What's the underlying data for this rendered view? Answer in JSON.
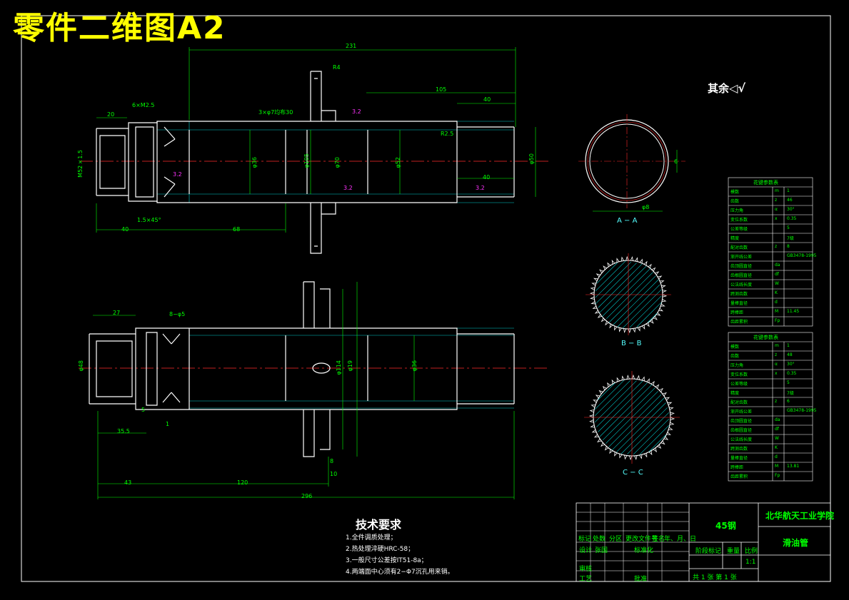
{
  "drawing": {
    "title": "零件二维图A2",
    "roughness_note": "其余",
    "colors": {
      "background": "#000000",
      "outline": "#ffffff",
      "dimension": "#00ff00",
      "centerline": "#ff2a2a",
      "hatch": "#00cccc",
      "title": "#ffff00",
      "section": "#5fffff",
      "frame": "#ffffff"
    }
  },
  "dimensions": {
    "top_view": [
      "231",
      "105",
      "40",
      "20",
      "6×M2.5",
      "R4",
      "3×φ7均布30",
      "M52×1.5",
      "φ36",
      "φ52",
      "φ70",
      "φ105",
      "φ50",
      "3.2",
      "3.2",
      "3.2",
      "3.2",
      "R2.5",
      "40",
      "1.5×45°",
      "40",
      "68"
    ],
    "bottom_view": [
      "27",
      "8−φ5",
      "φ48",
      "φ19",
      "φ114",
      "φ36",
      "5",
      "35.5",
      "1",
      "43",
      "120",
      "10",
      "8",
      "296"
    ]
  },
  "sections": {
    "a": "A − A",
    "b": "B − B",
    "c": "C − C",
    "a_dim": "φ8",
    "a_dim2": "6"
  },
  "tech_requirements": {
    "title": "技术要求",
    "items": [
      "1.全件调质处理；",
      "2.热处理淬硬HRC-58；",
      "3.一般尺寸公差按IT51-8a；",
      "4.两端面中心须有2−Φ7沉孔用来销。"
    ]
  },
  "title_block": {
    "material": "45钢",
    "school": "北华航天工业学院",
    "part_name": "滑油管",
    "scale": "1:1",
    "sheet": "共 1 张   第 1 张",
    "row_labels": [
      "标记",
      "处数",
      "分区",
      "更改文件号",
      "签名",
      "年、月、日"
    ],
    "designer": "设计",
    "std": "标准化",
    "review": "审核",
    "process": "工艺",
    "approve": "批准",
    "stage": "阶段标记",
    "weight": "重量",
    "ratio": "比例",
    "designer_name": "张国"
  },
  "spline_tables": [
    {
      "header": "花键参数表",
      "rows": [
        [
          "模数",
          "m",
          "1"
        ],
        [
          "齿数",
          "z",
          "46"
        ],
        [
          "压力角",
          "α",
          "30°"
        ],
        [
          "变位系数",
          "x",
          "0.35"
        ],
        [
          "公差等级",
          "",
          "5"
        ],
        [
          "精度",
          "",
          "7级"
        ],
        [
          "配对齿数",
          "z",
          "8"
        ],
        [
          "渐开线公差",
          "",
          "GB3478-1995"
        ],
        [
          "齿顶圆直径",
          "da",
          ""
        ],
        [
          "齿根圆直径",
          "df",
          ""
        ],
        [
          "公法线长度",
          "W",
          ""
        ],
        [
          "跨测齿数",
          "K",
          ""
        ],
        [
          "量棒直径",
          "d",
          ""
        ],
        [
          "跨棒距",
          "M",
          "11.45"
        ],
        [
          "齿距累积",
          "Fp",
          ""
        ]
      ]
    },
    {
      "header": "花键参数表",
      "rows": [
        [
          "模数",
          "m",
          "1"
        ],
        [
          "齿数",
          "z",
          "48"
        ],
        [
          "压力角",
          "α",
          "30°"
        ],
        [
          "变位系数",
          "x",
          "0.35"
        ],
        [
          "公差等级",
          "",
          "5"
        ],
        [
          "精度",
          "",
          "7级"
        ],
        [
          "配对齿数",
          "z",
          "6"
        ],
        [
          "渐开线公差",
          "",
          "GB3478-1995"
        ],
        [
          "齿顶圆直径",
          "da",
          ""
        ],
        [
          "齿根圆直径",
          "df",
          ""
        ],
        [
          "公法线长度",
          "W",
          ""
        ],
        [
          "跨测齿数",
          "K",
          ""
        ],
        [
          "量棒直径",
          "d",
          ""
        ],
        [
          "跨棒距",
          "M",
          "13.81"
        ],
        [
          "齿距累积",
          "Fp",
          ""
        ]
      ]
    }
  ]
}
